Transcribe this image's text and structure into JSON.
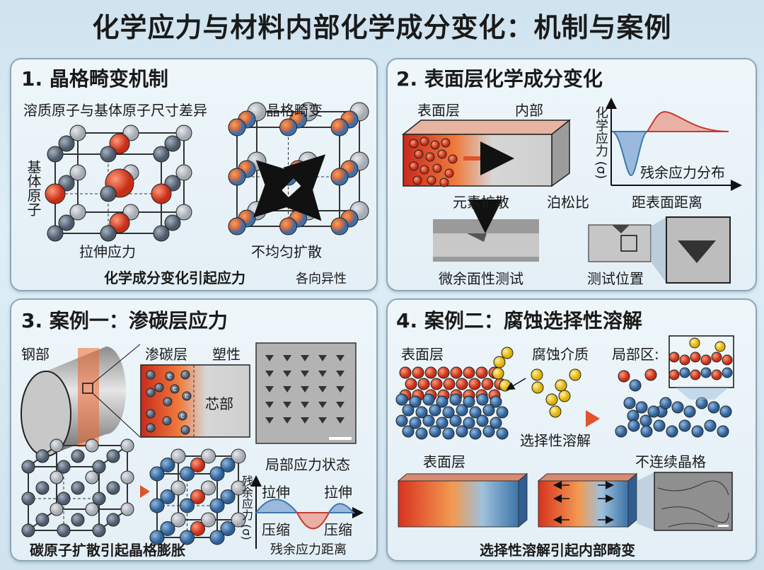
{
  "title": "化学应力与材料内部化学成分变化：机制与案例",
  "panel1": {
    "heading": "1. 晶格畸变机制",
    "size_diff": "溶质原子与基体原子尺寸差异",
    "distortion": "晶格畸变",
    "matrix_atoms": "基体原子",
    "tensile": "拉伸应力",
    "uneven_diffusion": "不均匀扩散",
    "caption": "化学成分变化引起应力",
    "anisotropy": "各向异性"
  },
  "panel2": {
    "heading": "2. 表面层化学成分变化",
    "surface": "表面层",
    "interior": "内部",
    "diffusion": "元素扩散",
    "poisson": "泊松比",
    "ylabel": "化学应力 (σ)",
    "curve_label": "残余应力分布",
    "xlabel": "距表面距离",
    "micro_test": "微余面性测试",
    "test_position": "测试位置"
  },
  "panel3": {
    "heading": "3. 案例一：渗碳层应力",
    "steel": "钢部",
    "carburized": "渗碳层",
    "plastic": "塑性",
    "core": "芯部",
    "carbon_symbol": "C",
    "local_state": "局部应力状态",
    "ylabel": "残余应力 (σ)",
    "tension_left": "拉伸",
    "tension_right": "拉伸",
    "compress_left": "压缩",
    "compress_right": "压缩",
    "xlabel": "残余应力距离",
    "caption": "碳原子扩散引起晶格膨胀"
  },
  "panel4": {
    "heading": "4. 案例二：腐蚀选择性溶解",
    "surface_top": "表面层",
    "medium": "腐蚀介质",
    "local_zone": "局部区:",
    "selective": "选择性溶解",
    "surface_bottom": "表面层",
    "discontinuous": "不连续晶格",
    "caption": "选择性溶解引起内部畸变"
  },
  "colors": {
    "red": "#d9402a",
    "blue": "#3f78b0",
    "gray": "#7d8a99",
    "yellow": "#f2cc1d"
  }
}
